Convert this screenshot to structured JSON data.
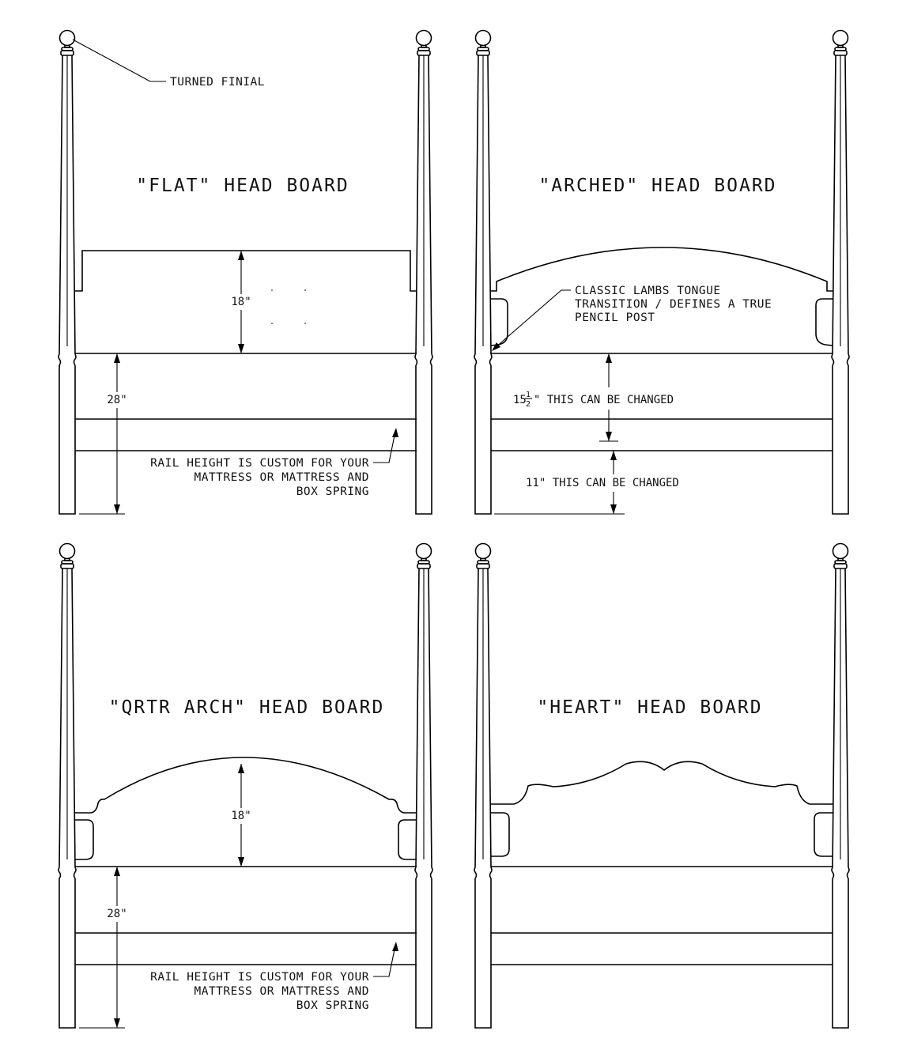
{
  "panels": {
    "flat": {
      "title": "\"FLAT\" HEAD BOARD",
      "finial_callout": "TURNED FINIAL",
      "headboard_dim": "18\"",
      "rail_dim": "28\"",
      "rail_note": [
        "RAIL HEIGHT IS CUSTOM FOR YOUR",
        "MATTRESS OR MATTRESS AND",
        "BOX SPRING"
      ]
    },
    "arched": {
      "title": "\"ARCHED\" HEAD BOARD",
      "lambs_note": [
        "CLASSIC LAMBS TONGUE",
        "TRANSITION / DEFINES A TRUE",
        "PENCIL POST"
      ],
      "upper_dim_whole": "15",
      "upper_dim_num": "1",
      "upper_dim_den": "2",
      "upper_dim_text": "\" THIS CAN BE CHANGED",
      "lower_dim": "11\" THIS CAN BE CHANGED"
    },
    "qrtr": {
      "title": "\"QRTR ARCH\" HEAD BOARD",
      "headboard_dim": "18\"",
      "rail_dim": "28\"",
      "rail_note": [
        "RAIL HEIGHT IS CUSTOM FOR YOUR",
        "MATTRESS OR MATTRESS AND",
        "BOX SPRING"
      ]
    },
    "heart": {
      "title": "\"HEART\" HEAD BOARD"
    }
  }
}
